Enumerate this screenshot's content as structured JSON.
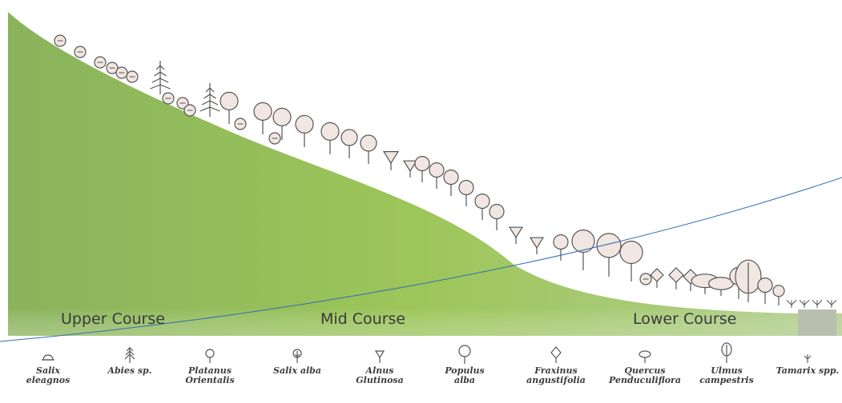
{
  "diagram": {
    "colors": {
      "hill_top": "#8fb85a",
      "hill_mid": "#98c45a",
      "hill_base": "#a9c98a",
      "tree_fill": "#f1e6e1",
      "tree_stroke": "#555555",
      "annotation_line": "#2f6db5",
      "base_strip": "#c2cdb0",
      "grey_block": "#b9bfae"
    },
    "courses": [
      {
        "label": "Upper Course"
      },
      {
        "label": "Mid Course"
      },
      {
        "label": "Lower Course"
      }
    ],
    "legend": [
      {
        "icon": "salix-eleagnos-icon",
        "name": "Salix\neleagnos"
      },
      {
        "icon": "abies-icon",
        "name": "Abies sp."
      },
      {
        "icon": "platanus-orientalis-icon",
        "name": "Platanus\nOrientalis"
      },
      {
        "icon": "salix-alba-icon",
        "name": "Salix alba"
      },
      {
        "icon": "alnus-glutinosa-icon",
        "name": "Alnus\nGlutinosa"
      },
      {
        "icon": "populus-alba-icon",
        "name": "Populus\nalba"
      },
      {
        "icon": "fraxinus-angustifolia-icon",
        "name": "Fraxinus\nangustifolia"
      },
      {
        "icon": "quercus-penduculiflora-icon",
        "name": "Quercus\nPenduculiflora"
      },
      {
        "icon": "ulmus-campestris-icon",
        "name": "Ulmus\ncampestris"
      },
      {
        "icon": "tamarix-icon",
        "name": "Tamarix spp."
      }
    ]
  }
}
